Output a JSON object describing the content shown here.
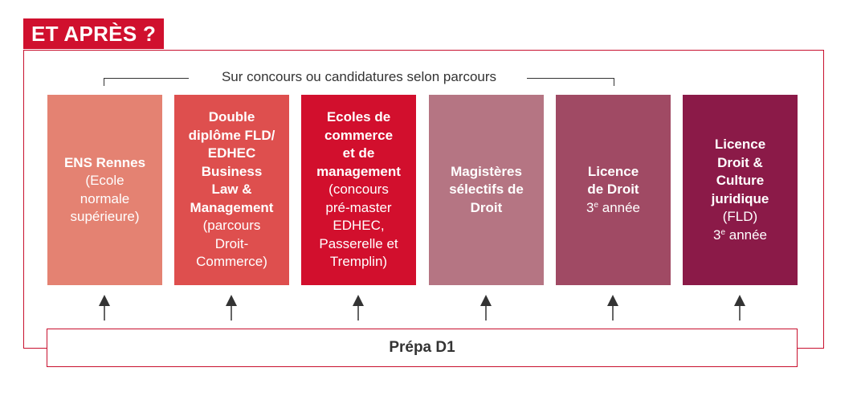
{
  "title": "ET APRÈS ?",
  "subtitle": "Sur concours ou candidatures selon parcours",
  "cards": [
    {
      "head": [
        "ENS Rennes"
      ],
      "detail": [
        "(Ecole",
        "normale",
        "supérieure)"
      ],
      "color": "#e48272"
    },
    {
      "head": [
        "Double",
        "diplôme FLD/",
        "EDHEC",
        "Business",
        "Law &",
        "Management"
      ],
      "detail": [
        "(parcours",
        "Droit-",
        "Commerce)"
      ],
      "color": "#de4f4e"
    },
    {
      "head": [
        "Ecoles de",
        "commerce",
        "et de",
        "management"
      ],
      "detail": [
        "(concours",
        "pré-master",
        "EDHEC,",
        "Passerelle et",
        "Tremplin)"
      ],
      "color": "#d20f2d"
    },
    {
      "head": [
        "Magistères",
        "sélectifs de",
        "Droit"
      ],
      "detail": [],
      "color": "#b57583"
    },
    {
      "head": [
        "Licence",
        "de Droit"
      ],
      "detail_num": "3",
      "detail_sup": "e",
      "detail_rest": " année",
      "color": "#a04a64"
    },
    {
      "head": [
        "Licence",
        "Droit &",
        "Culture",
        "juridique"
      ],
      "detail": [
        "(FLD)"
      ],
      "detail_num": "3",
      "detail_sup": "e",
      "detail_rest": " année",
      "color": "#8b1a48"
    }
  ],
  "base_label": "Prépa D1",
  "colors": {
    "accent": "#d0102e",
    "text": "#333333",
    "arrow": "#333333"
  },
  "arrow_icon": "arrow-up-icon"
}
